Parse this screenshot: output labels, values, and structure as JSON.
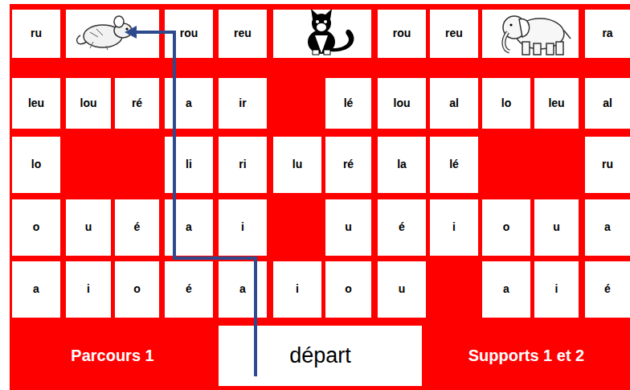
{
  "diagram": {
    "nodes": [
      {
        "text": [
          "ru"
        ]
      },
      {
        "text": [
          "rou"
        ]
      },
      {
        "text": [
          "reu"
        ]
      },
      {
        "text": [
          "rou"
        ]
      },
      {
        "text": [
          "reu"
        ]
      },
      {
        "text": [
          "ra"
        ]
      },
      {
        "text": [
          "leu"
        ]
      },
      {
        "text": [
          "lou"
        ]
      },
      {
        "text": [
          "ré"
        ]
      },
      {
        "text": [
          "a"
        ]
      },
      {
        "text": [
          "ir"
        ]
      },
      {
        "text": [
          "lé"
        ]
      },
      {
        "text": [
          "lou"
        ]
      },
      {
        "text": [
          "al"
        ]
      },
      {
        "text": [
          "lo"
        ]
      },
      {
        "text": [
          "leu"
        ]
      },
      {
        "text": [
          "al"
        ]
      },
      {
        "text": [
          "lo"
        ]
      },
      {
        "text": [
          "li"
        ]
      },
      {
        "text": [
          "ri"
        ]
      },
      {
        "text": [
          "lu"
        ]
      },
      {
        "text": [
          "ré"
        ]
      },
      {
        "text": [
          "la"
        ]
      },
      {
        "text": [
          "lé"
        ]
      },
      {
        "text": [
          "ru"
        ]
      },
      {
        "text": [
          "o"
        ]
      },
      {
        "text": [
          "u"
        ]
      },
      {
        "text": [
          "é"
        ]
      },
      {
        "text": [
          "a"
        ]
      },
      {
        "text": [
          "i"
        ]
      },
      {
        "text": [
          "u"
        ]
      },
      {
        "text": [
          "é"
        ]
      },
      {
        "text": [
          "i"
        ]
      },
      {
        "text": [
          "o"
        ]
      },
      {
        "text": [
          "u"
        ]
      },
      {
        "text": [
          "a"
        ]
      },
      {
        "text": [
          "a"
        ]
      },
      {
        "text": [
          "i"
        ]
      },
      {
        "text": [
          "o"
        ]
      },
      {
        "text": [
          "é"
        ]
      },
      {
        "text": [
          "a"
        ]
      },
      {
        "text": [
          "i"
        ]
      },
      {
        "text": [
          "o"
        ]
      },
      {
        "text": [
          "u"
        ]
      },
      {
        "text": [
          "a"
        ]
      },
      {
        "text": [
          "i"
        ]
      },
      {
        "text": [
          "é"
        ]
      },
      {
        "text": [
          "départ"
        ]
      }
    ],
    "labels": [
      "Parcours 1",
      "Supports 1 et 2"
    ]
  }
}
